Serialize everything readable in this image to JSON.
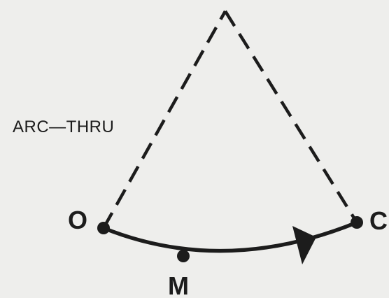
{
  "diagram": {
    "annotation": "ARC—THRU",
    "points": {
      "start": "O",
      "middle": "M",
      "end": "C"
    },
    "colors": {
      "background": "#eeeeec",
      "ink": "#1c1c1c"
    }
  }
}
